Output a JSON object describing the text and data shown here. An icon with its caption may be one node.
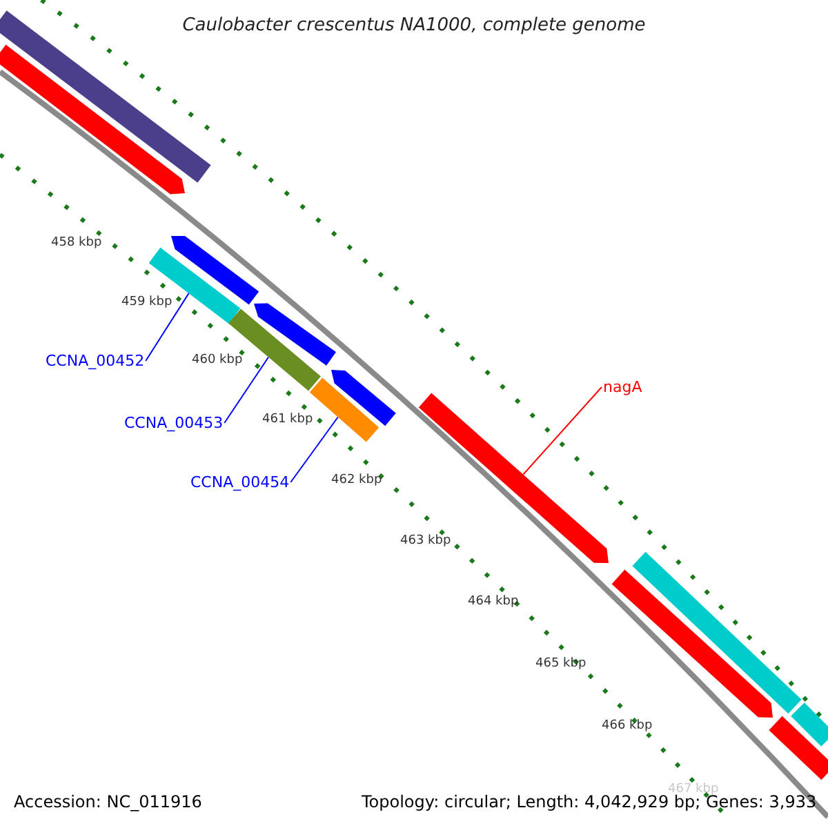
{
  "diagram": {
    "title": "Caulobacter crescentus NA1000, complete genome",
    "nodes": [
      {
        "text": [
          "CCNA_00452"
        ]
      },
      {
        "text": [],
        "shape": "bar"
      },
      {
        "text": [
          "CCNA_00453"
        ]
      },
      {
        "text": [],
        "shape": "bar"
      },
      {
        "text": [
          "CCNA_00454"
        ]
      },
      {
        "text": [],
        "shape": "bar"
      },
      {
        "text": [
          "nagA"
        ]
      },
      {
        "text": [],
        "shape": "bar"
      },
      {
        "text": [],
        "shape": "bar"
      },
      {
        "text": [],
        "shape": "bar"
      },
      {
        "text": [],
        "shape": "bar"
      },
      {
        "text": [],
        "shape": "bar"
      },
      {
        "text": [],
        "shape": "bar"
      },
      {
        "text": [],
        "shape": "bar"
      },
      {
        "text": [],
        "shape": "bar"
      },
      {
        "text": [],
        "shape": "bar"
      },
      {
        "text": [],
        "shape": "bar"
      }
    ],
    "edges": [
      {
        "from": 0,
        "to": 1,
        "arrow": "none"
      },
      {
        "from": 2,
        "to": 3,
        "arrow": "none"
      },
      {
        "from": 4,
        "to": 5,
        "arrow": "none"
      },
      {
        "from": 6,
        "to": 7,
        "arrow": "none",
        "color": "#ff0000"
      }
    ],
    "labels": [
      "458 kbp",
      "459 kbp",
      "460 kbp",
      "461 kbp",
      "462 kbp",
      "463 kbp",
      "464 kbp",
      "465 kbp",
      "466 kbp",
      "467 kbp",
      "Accession: NC_011916",
      "Topology: circular; Length: 4,042,929 bp; Genes: 3,933"
    ]
  }
}
